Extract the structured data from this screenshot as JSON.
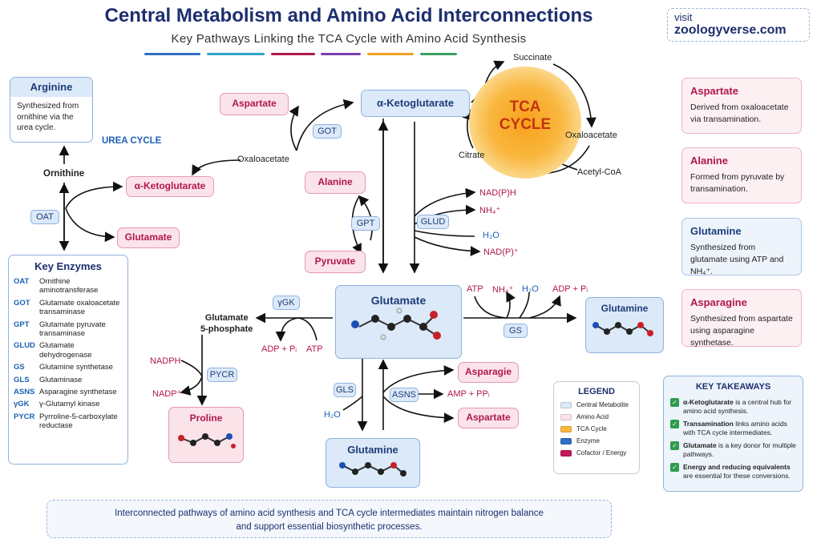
{
  "header": {
    "title": "Central Metabolism and Amino Acid Interconnections",
    "subtitle": "Key Pathways Linking the TCA Cycle with Amino Acid Synthesis",
    "visit_label": "visit",
    "site": "zoologyverse.com"
  },
  "tca": {
    "label_line1": "TCA",
    "label_line2": "CYCLE",
    "succinate": "Succinate",
    "oxaloacetate": "Oxaloacetate",
    "citrate": "Citrate",
    "acetyl_coa": "Acetyl-CoA"
  },
  "nodes": {
    "akg_top": "α-Ketoglutarate",
    "aspartate_top": "Aspartate",
    "oxaloacetate": "Oxaloacetate",
    "alanine": "Alanine",
    "pyruvate": "Pyruvate",
    "glutamate_center": "Glutamate",
    "glutamine_right": "Glutamine",
    "glutamine_bottom": "Glutamine",
    "asparagie": "Asparagie",
    "aspartate_bottom": "Aspartate",
    "glu5p_line1": "Glutamate",
    "glu5p_line2": "5-phosphate",
    "proline": "Proline",
    "arginine": "Arginine",
    "arginine_desc": "Synthesized from ornithine via the urea cycle.",
    "urea_cycle": "UREA CYCLE",
    "ornithine": "Ornithine",
    "akg_left": "α-Ketoglutarate",
    "glutamate_left": "Glutamate"
  },
  "enzymes_tags": {
    "got": "GOT",
    "gpt": "GPT",
    "glud": "GLUD",
    "oat": "OAT",
    "ygk": "γGK",
    "gs": "GS",
    "pycr": "PYCR",
    "gls": "GLS",
    "asns": "ASNS"
  },
  "cofactors": {
    "nadph_top": "NAD(P)H",
    "nh4_top": "NH₄⁺",
    "h2o_top": "H₂O",
    "nadp_top": "NAD(P)⁺",
    "atp_gs": "ATP",
    "nh4_gs": "NH₄⁺",
    "h2o_gs": "H₂O",
    "adp_gs": "ADP + Pᵢ",
    "adp_ygk": "ADP + Pᵢ",
    "atp_ygk": "ATP",
    "nadph_pycr": "NADPH",
    "nadp_pycr": "NADP⁺",
    "h2o_gls": "H₂O",
    "amp": "AMP + PPᵢ"
  },
  "key_enzymes": {
    "title": "Key Enzymes",
    "rows": [
      {
        "ab": "OAT",
        "full": "Ornithine aminotransferase"
      },
      {
        "ab": "GOT",
        "full": "Glutamate oxaloacetate transaminase"
      },
      {
        "ab": "GPT",
        "full": "Glutamate pyruvate transaminase"
      },
      {
        "ab": "GLUD",
        "full": "Glutamate dehydrogenase"
      },
      {
        "ab": "GS",
        "full": "Glutamine synthetase"
      },
      {
        "ab": "GLS",
        "full": "Glutaminase"
      },
      {
        "ab": "ASNS",
        "full": "Asparagine synthetase"
      },
      {
        "ab": "γGK",
        "full": "γ-Glutamyl kinase"
      },
      {
        "ab": "PYCR",
        "full": "Pyrroline-5-carboxylate reductase"
      }
    ]
  },
  "info_cards": [
    {
      "title": "Aspartate",
      "body": "Derived from oxaloacetate via transamination.",
      "color": "#b0184a"
    },
    {
      "title": "Alanine",
      "body": "Formed from pyruvate by transamination.",
      "color": "#b0184a"
    },
    {
      "title": "Glutamine",
      "body": "Synthesized from glutamate using ATP and NH₄⁺.",
      "color": "#1d3d7a"
    },
    {
      "title": "Asparagine",
      "body": "Synthesized from aspartate using asparagine synthetase.",
      "color": "#b0184a"
    }
  ],
  "legend": {
    "title": "LEGEND",
    "items": [
      {
        "label": "Central Metabolite",
        "color": "#dce9f8"
      },
      {
        "label": "Amino Acid",
        "color": "#fbe3ea"
      },
      {
        "label": "TCA Cycle",
        "color": "#f9b73f"
      },
      {
        "label": "Enzyme",
        "color": "#2f6fc4"
      },
      {
        "label": "Cofactor / Energy",
        "color": "#c2185b"
      }
    ]
  },
  "takeaways": {
    "title": "KEY TAKEAWAYS",
    "items": [
      {
        "bold": "α-Ketoglutarate",
        "rest": " is a central hub for amino acid synthesis."
      },
      {
        "bold": "Transamination",
        "rest": " links amino acids with TCA cycle intermediates."
      },
      {
        "bold": "Glutamate",
        "rest": " is a key donor for multiple pathways."
      },
      {
        "bold": "Energy and reducing equivalents",
        "rest": " are essential for these conversions."
      }
    ]
  },
  "footer": {
    "line1": "Interconnected pathways of amino acid synthesis and TCA cycle intermediates maintain nitrogen balance",
    "line2": "and support essential biosynthetic processes."
  },
  "colors": {
    "title": "#1d2f6f",
    "pink": "#b0184a",
    "blue": "#1d60b5",
    "bars": [
      "#2f6fc4",
      "#2fa3c4",
      "#b0184a",
      "#7a3fb0",
      "#f0a020",
      "#3aa060"
    ]
  }
}
